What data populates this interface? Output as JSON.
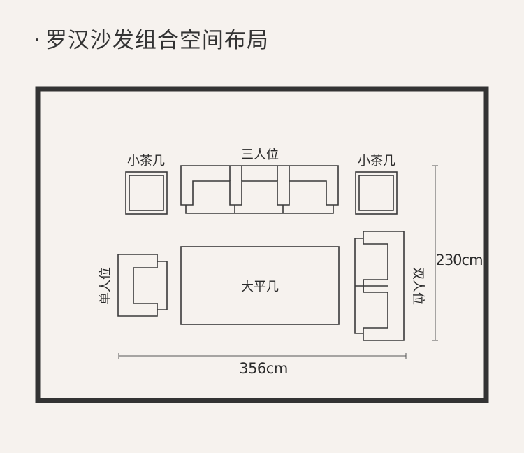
{
  "title": {
    "bullet": "·",
    "text": "罗汉沙发组合空间布局"
  },
  "labels": {
    "side_table_left": "小茶几",
    "side_table_right": "小茶几",
    "three_seater": "三人位",
    "single_seater": "单人位",
    "coffee_table": "大平几",
    "two_seater": "双人位",
    "height_dim": "230cm",
    "width_dim": "356cm"
  },
  "colors": {
    "background": "#f6f2ee",
    "room_border": "#333333",
    "furniture_line": "#3a3a3a",
    "text": "#2b2b2b"
  }
}
